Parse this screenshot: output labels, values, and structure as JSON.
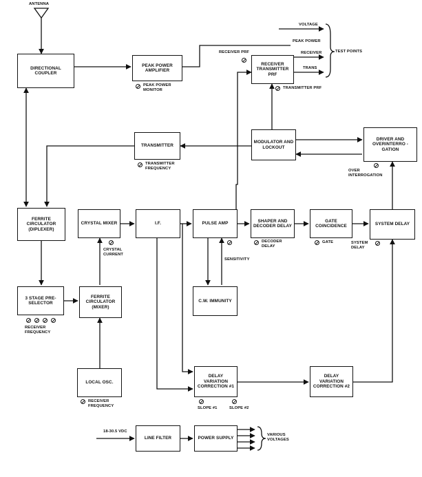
{
  "boxes": {
    "directional_coupler": "DIRECTIONAL COUPLER",
    "peak_power_amplifier": "PEAK POWER AMPLIFIER",
    "receiver_transmitter_prf": "RECEIVER TRANSMITTER PRF",
    "transmitter": "TRANSMITTER",
    "modulator_lockout": "MODULATOR AND LOCKOUT",
    "driver_overinterrogation": "DRIVER AND OVERINTERRO - GATION",
    "ferrite_circulator_diplexer": "FERRITE CIRCULATOR (DIPLEXER)",
    "crystal_mixer": "CRYSTAL MIXER",
    "if": "I.F.",
    "pulse_amp": "PULSE AMP",
    "shaper_decoder_delay": "SHAPER AND DECODER DELAY",
    "gate_coincidence": "GATE COINCIDENCE",
    "system_delay": "SYSTEM DELAY",
    "cw_immunity": "C.W. IMMUNITY",
    "preselector": "3 STAGE PRE-SELECTOR",
    "ferrite_circulator_mixer": "FERRITE CIRCULATOR (MIXER)",
    "local_osc": "LOCAL OSC.",
    "delay_variation_1": "DELAY VARIATION CORRECTION #1",
    "delay_variation_2": "DELAY VARIATION CORRECTION #2",
    "line_filter": "LINE FILTER",
    "power_supply": "POWER SUPPLY"
  },
  "labels": {
    "antenna": "ANTENNA",
    "voltage": "VOLTAGE",
    "peak_power": "PEAK POWER",
    "receiver": "RECEIVER",
    "trans": "TRANS",
    "test_points": "TEST POINTS",
    "receiver_prf": "RECEIVER PRF",
    "peak_power_monitor": "PEAK POWER MONITOR",
    "transmitter_prf": "TRANSMITTER PRF",
    "transmitter_frequency": "TRANSMITTER FREQUENCY",
    "over_interrogation": "OVER INTERROGATION",
    "crystal_current": "CRYSTAL CURRENT",
    "decoder_delay": "DECODER DELAY",
    "gate": "GATE",
    "system_delay_adj": "SYSTEM DELAY",
    "sensitivity": "SENSITIVITY",
    "receiver_frequency_1": "RECEIVER FREQUENCY",
    "receiver_frequency_2": "RECEIVER FREQUENCY",
    "slope_1": "SLOPE #1",
    "slope_2": "SLOPE #2",
    "vdc": "18-30.5 VDC",
    "various_voltages": "VARIOUS VOLTAGES"
  }
}
